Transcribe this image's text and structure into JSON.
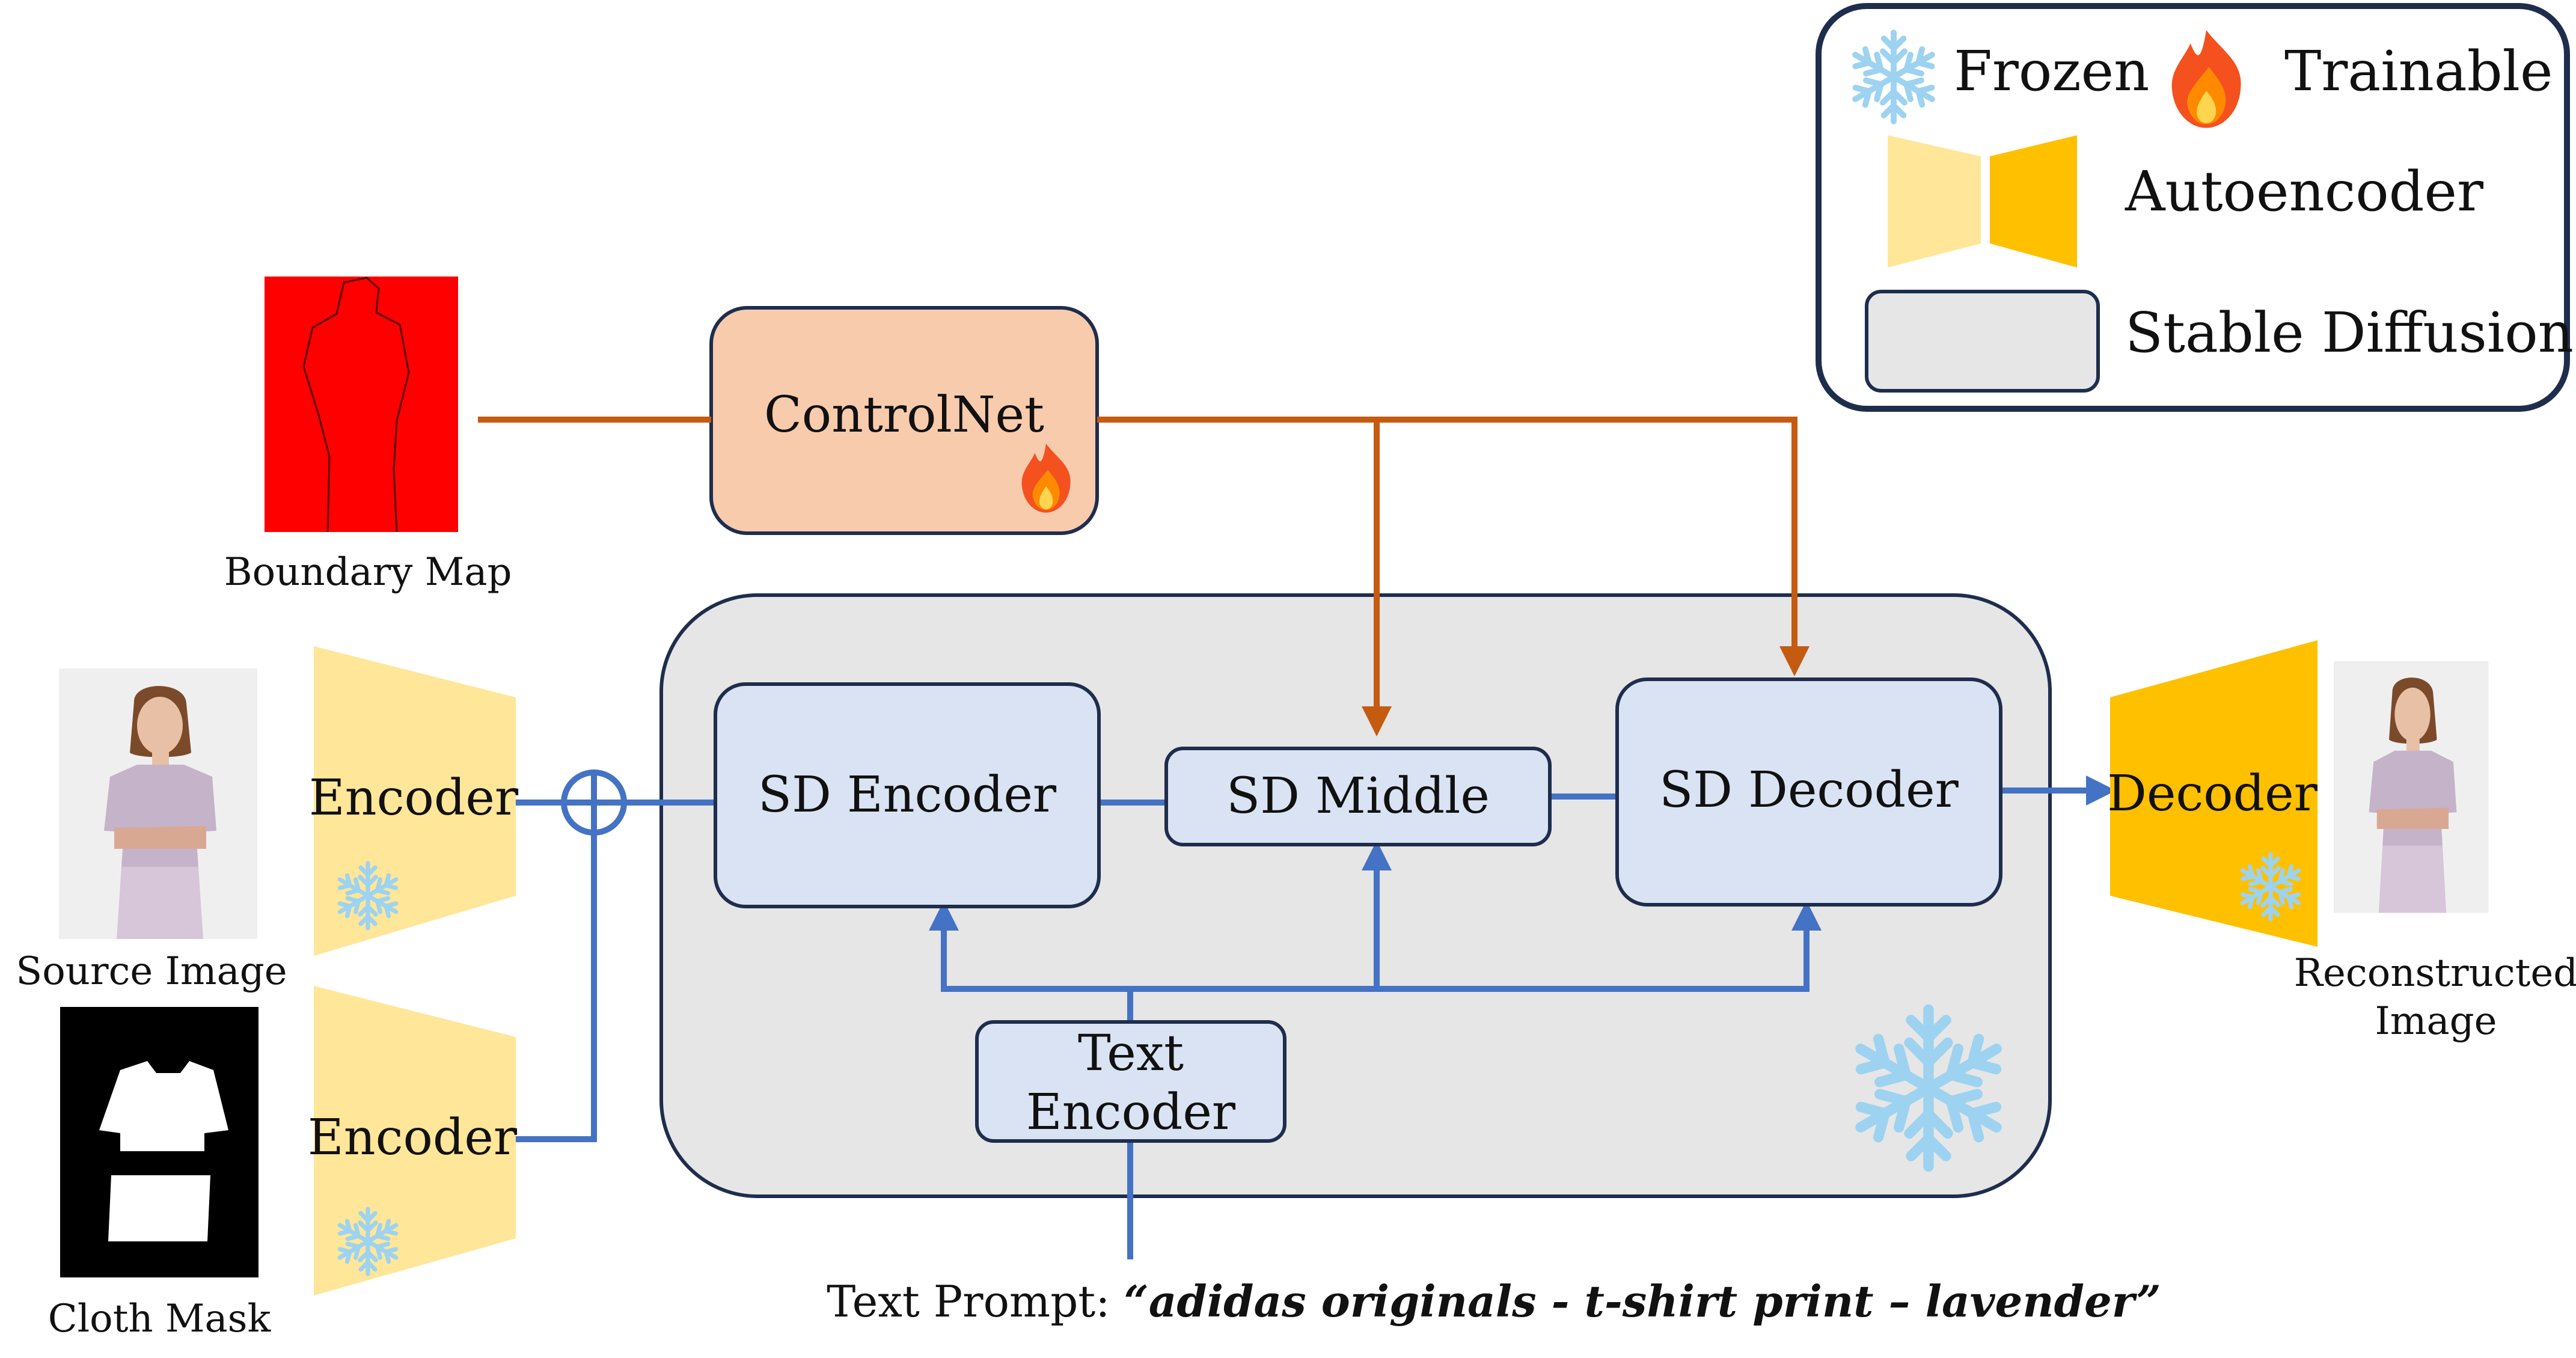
{
  "legend": {
    "frozen": "Frozen",
    "trainable": "Trainable",
    "autoencoder": "Autoencoder",
    "stable_diffusion": "Stable Diffusion"
  },
  "inputs": {
    "boundary_map": "Boundary Map",
    "source_image": "Source Image",
    "cloth_mask": "Cloth Mask"
  },
  "blocks": {
    "controlnet": "ControlNet",
    "encoder_top": "Encoder",
    "encoder_bottom": "Encoder",
    "sd_encoder": "SD Encoder",
    "sd_middle": "SD Middle",
    "sd_decoder": "SD Decoder",
    "text_encoder_line1": "Text",
    "text_encoder_line2": "Encoder",
    "decoder": "Decoder"
  },
  "output": {
    "line1": "Reconstructed",
    "line2": "Image"
  },
  "prompt": {
    "prefix": "Text Prompt: ",
    "text": "“adidas originals - t-shirt print – lavender”"
  },
  "colors": {
    "orange_line": "#c55a11",
    "blue_line": "#4472c4",
    "controlnet_fill": "#f8cbad",
    "sd_block_fill": "#dae3f3",
    "sd_region_fill": "#e6e6e6",
    "encoder_fill": "#ffe699",
    "decoder_fill": "#ffc000",
    "snowflake": "#9dd3f0",
    "flame": "#f4511e",
    "boundary_map": "#ff0000"
  },
  "icons": {
    "frozen": "snowflake-icon",
    "trainable": "flame-icon"
  }
}
